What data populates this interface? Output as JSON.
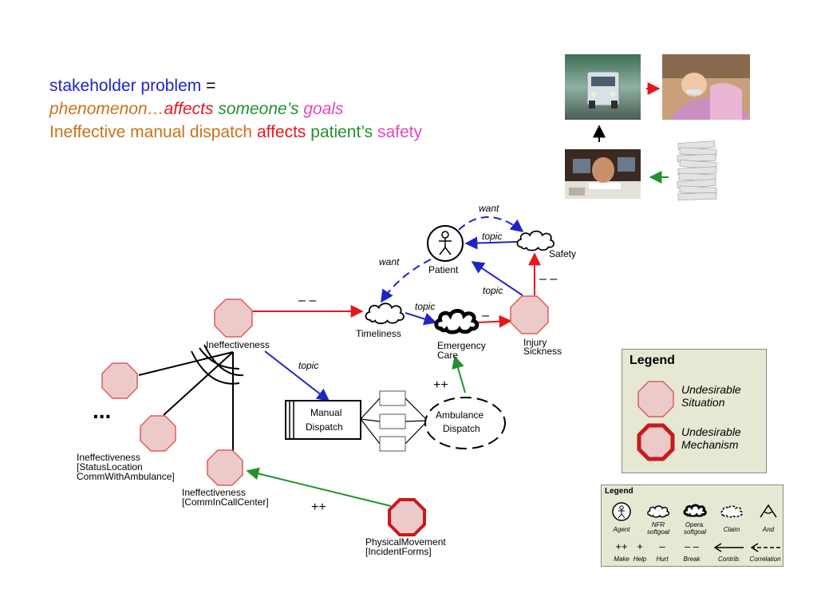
{
  "title": {
    "line1": {
      "stakeholder_problem": "stakeholder problem",
      "equals": " ="
    },
    "line2": {
      "phenomenon": "phenomenon…",
      "affects": "affects",
      "someones": " someone’s",
      "goals": " goals"
    },
    "line3": {
      "ineffective": "Ineffective manual dispatch",
      "affects": " affects",
      "patients": " patient’s",
      "safety": " safety"
    }
  },
  "diagram": {
    "nodes": {
      "patient": "Patient",
      "safety": "Safety",
      "timeliness": "Timeliness",
      "emergency_care_1": "Emergency",
      "emergency_care_2": "Care",
      "injury_1": "Injury",
      "injury_2": "Sickness",
      "ineffectiveness": "Ineffectiveness",
      "manual_dispatch_1": "Manual",
      "manual_dispatch_2": "Dispatch",
      "ambulance_dispatch_1": "Ambulance",
      "ambulance_dispatch_2": "Dispatch",
      "status_1": "Ineffectiveness",
      "status_2": "[StatusLocation",
      "status_3": "CommWithAmbulance]",
      "callcenter_1": "Ineffectiveness",
      "callcenter_2": "[CommInCallCenter]",
      "physical_1": "PhysicalMovement",
      "physical_2": "[IncidentForms]",
      "ellipsis": "..."
    },
    "edge_labels": {
      "want_top": "want",
      "want_left": "want",
      "topic_safety": "topic",
      "topic_patient": "topic",
      "topic_timeliness": "topic",
      "topic_manual": "topic",
      "break_ineff": "– –",
      "break_injury": "– –",
      "hurt_care": "–",
      "make_ambulance": "++",
      "make_physical": "++"
    }
  },
  "legend_main": {
    "title": "Legend",
    "items": [
      {
        "line1": "Undesirable",
        "line2": "Situation"
      },
      {
        "line1": "Undesirable",
        "line2": "Mechanism"
      }
    ]
  },
  "legend_symbols": {
    "title": "Legend",
    "row1": [
      {
        "label": "Agent"
      },
      {
        "label1": "NFR",
        "label2": "softgoal"
      },
      {
        "label1": "Opera.",
        "label2": "softgoal"
      },
      {
        "label": "Claim"
      },
      {
        "label": "And"
      }
    ],
    "row2": [
      {
        "symbol": "++",
        "label": "Make"
      },
      {
        "symbol": "+",
        "label": "Help"
      },
      {
        "symbol": "–",
        "label": "Hurt"
      },
      {
        "symbol": "– –",
        "label": "Break"
      },
      {
        "label": "Contrib."
      },
      {
        "label": "Correlation"
      }
    ]
  },
  "colors": {
    "blue": "#1f24c8",
    "red": "#e8151b",
    "green": "#23922a",
    "orange": "#c9711a",
    "pink": "#e646c0",
    "node_fill": "#eccaca",
    "node_stroke": "#e05a5a",
    "mechanism_stroke": "#c81a1a"
  },
  "photos": [
    "ambulance-photo",
    "patient-photo",
    "dispatcher-photo",
    "paper-stack-photo"
  ]
}
